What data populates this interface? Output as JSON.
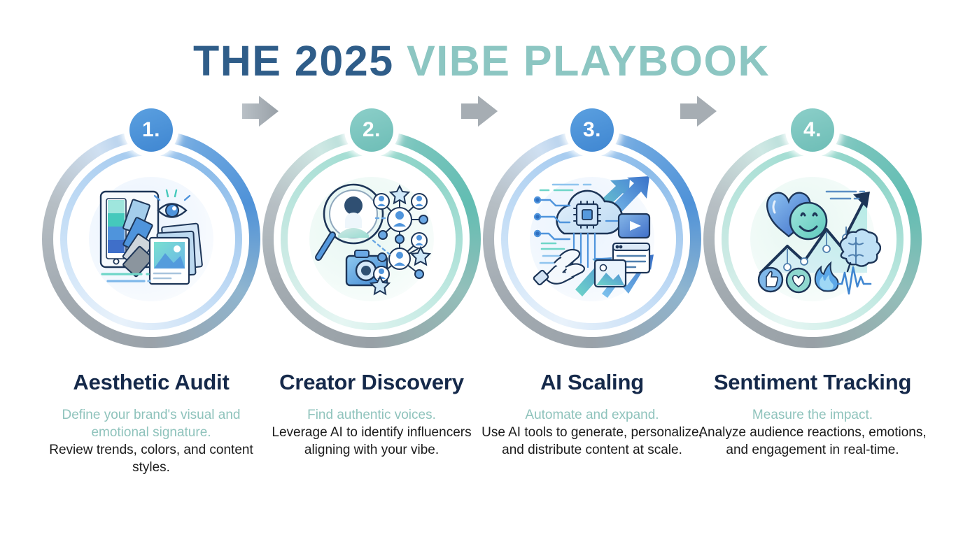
{
  "title": {
    "part1": "THE 2025 ",
    "part2": "VIBE PLAYBOOK",
    "color_part1": "#2f5d89",
    "color_part2": "#8cc6c2"
  },
  "theme": {
    "background": "#ffffff",
    "title_dark_blue": "#2f5d89",
    "title_teal": "#8cc6c2",
    "step_title_color": "#15294a",
    "subtitle_color": "#8fc3bc",
    "description_color": "#1b1b1b",
    "badge_blue": "#4a90d9",
    "badge_teal": "#7fc3c0",
    "ring_gray": "#9aa3ab",
    "ring_blue": "#a8cdf0",
    "ring_teal": "#7fc8bd",
    "connector_gray": "#a6adb3"
  },
  "steps": [
    {
      "number": "1.",
      "badge_color": "blue",
      "ring_color": "blue",
      "title": "Aesthetic Audit",
      "subtitle": "Define your brand's visual and emotional signature.",
      "description": "Review trends, colors, and content styles.",
      "icons": [
        "color-palette-icon",
        "swatch-fan-icon",
        "tablet-icon",
        "eye-icon",
        "photo-stack-icon"
      ]
    },
    {
      "number": "2.",
      "badge_color": "teal",
      "ring_color": "teal",
      "title": "Creator Discovery",
      "subtitle": "Find authentic voices.",
      "description": "Leverage AI to identify influencers aligning with your vibe.",
      "icons": [
        "magnifying-glass-icon",
        "person-icon",
        "camera-icon",
        "network-nodes-icon",
        "star-icon"
      ]
    },
    {
      "number": "3.",
      "badge_color": "blue",
      "ring_color": "blue",
      "title": "AI Scaling",
      "subtitle": "Automate and expand.",
      "description": "Use AI tools to generate, personalize, and distribute content at scale.",
      "icons": [
        "cloud-icon",
        "cpu-chip-icon",
        "robot-hand-icon",
        "circuit-lines-icon",
        "video-player-icon",
        "document-card-icon",
        "image-card-icon",
        "growth-arrow-icon"
      ]
    },
    {
      "number": "4.",
      "badge_color": "teal",
      "ring_color": "teal",
      "title": "Sentiment Tracking",
      "subtitle": "Measure the impact.",
      "description": "Analyze audience reactions, emotions, and engagement in real-time.",
      "icons": [
        "heart-icon",
        "smiley-icon",
        "trend-line-icon",
        "brain-icon",
        "thumbs-up-icon",
        "heart-badge-icon",
        "fire-icon",
        "pulse-wave-icon"
      ]
    }
  ],
  "connectors": [
    {
      "name": "arrow-1-to-2"
    },
    {
      "name": "arrow-2-to-3"
    },
    {
      "name": "arrow-3-to-4"
    }
  ]
}
